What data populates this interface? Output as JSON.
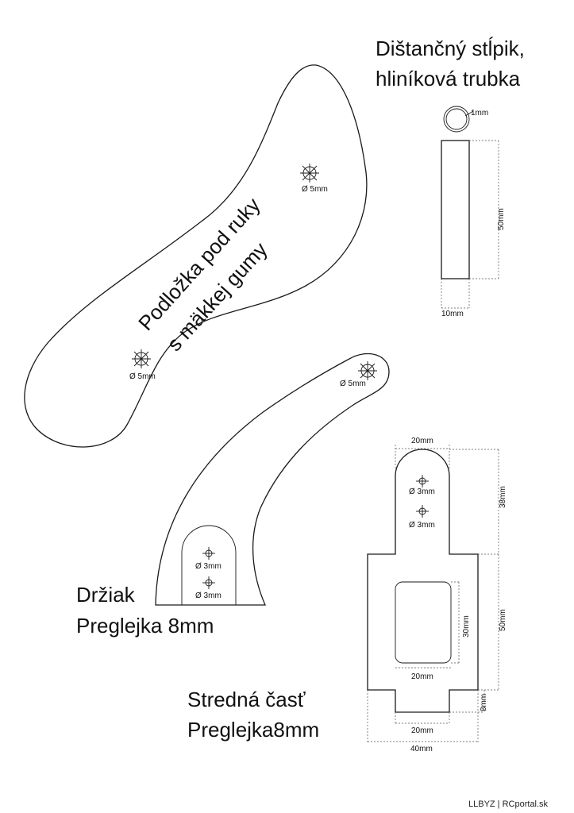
{
  "spacer": {
    "title_line1": "Dištančný stĺpik,",
    "title_line2": "hliníková trubka",
    "dim_wall": "1mm",
    "dim_length": "50mm",
    "dim_diameter": "10mm"
  },
  "palm_pad": {
    "title_line1": "Podložka pod ruky",
    "title_line2": "s mäkkej gumy",
    "hole_upper": "Ø 5mm",
    "hole_lower": "Ø 5mm"
  },
  "holder": {
    "title_line1": "Držiak",
    "title_line2": "Preglejka 8mm",
    "hole_top": "Ø 5mm",
    "hole_a": "Ø 3mm",
    "hole_b": "Ø 3mm"
  },
  "middle_part": {
    "title_line1": "Stredná časť",
    "title_line2": "Preglejka8mm",
    "dim_top_width": "20mm",
    "dim_top_height": "38mm",
    "dim_body_height": "50mm",
    "dim_window_height": "30mm",
    "dim_window_width": "20mm",
    "dim_bottom_tab_height": "8mm",
    "dim_bottom_tab_width": "20mm",
    "dim_total_width": "40mm",
    "hole_a": "Ø 3mm",
    "hole_b": "Ø 3mm"
  },
  "footer": {
    "credit": "LLBYZ | RCportal.sk"
  }
}
